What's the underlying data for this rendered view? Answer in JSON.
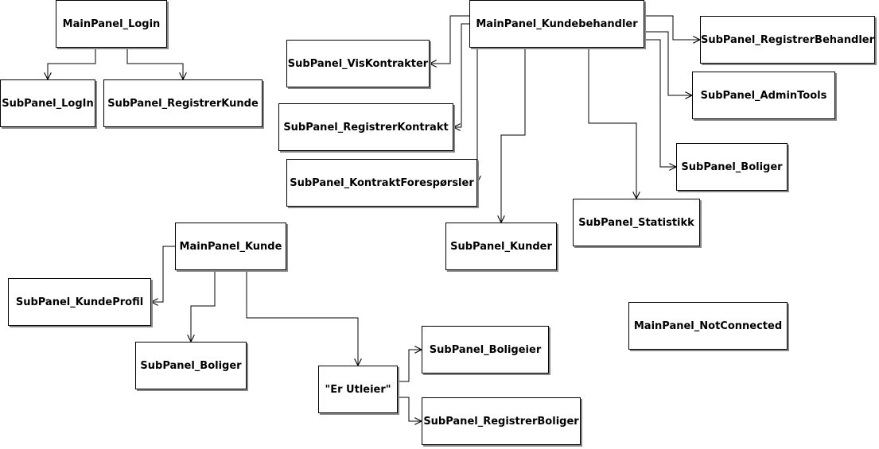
{
  "nodes": {
    "mainpanel_login": "MainPanel_Login",
    "subpanel_login": "SubPanel_LogIn",
    "subpanel_registrerkunde": "SubPanel_RegistrerKunde",
    "mainpanel_kundebehandler": "MainPanel_Kundebehandler",
    "subpanel_viskontrakter": "SubPanel_VisKontrakter",
    "subpanel_registrerkontrakt": "SubPanel_RegistrerKontrakt",
    "subpanel_kontraktforesporsler": "SubPanel_KontraktForespørsler",
    "subpanel_kunder": "SubPanel_Kunder",
    "subpanel_statistikk": "SubPanel_Statistikk",
    "subpanel_boliger_kb": "SubPanel_Boliger",
    "subpanel_admintools": "SubPanel_AdminTools",
    "subpanel_registrerbehandler": "SubPanel_RegistrerBehandler",
    "mainpanel_kunde": "MainPanel_Kunde",
    "subpanel_kundeprofil": "SubPanel_KundeProfil",
    "subpanel_boliger_k": "SubPanel_Boliger",
    "er_utleier": "\"Er Utleier\"",
    "subpanel_boligeier": "SubPanel_Boligeier",
    "subpanel_registrerboliger": "SubPanel_RegistrerBoliger",
    "mainpanel_notconnected": "MainPanel_NotConnected"
  }
}
